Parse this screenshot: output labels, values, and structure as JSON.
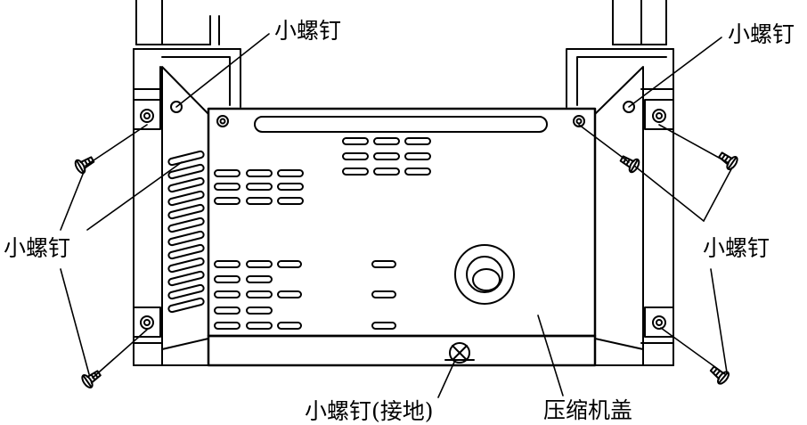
{
  "labels": {
    "screw_top_left": "小螺钉",
    "screw_top_right": "小螺钉",
    "screw_left": "小螺钉",
    "screw_right": "小螺钉",
    "screw_ground": "小螺钉(接地)",
    "compressor_cover": "压缩机盖"
  },
  "colors": {
    "line": "#000000",
    "background": "#ffffff"
  }
}
